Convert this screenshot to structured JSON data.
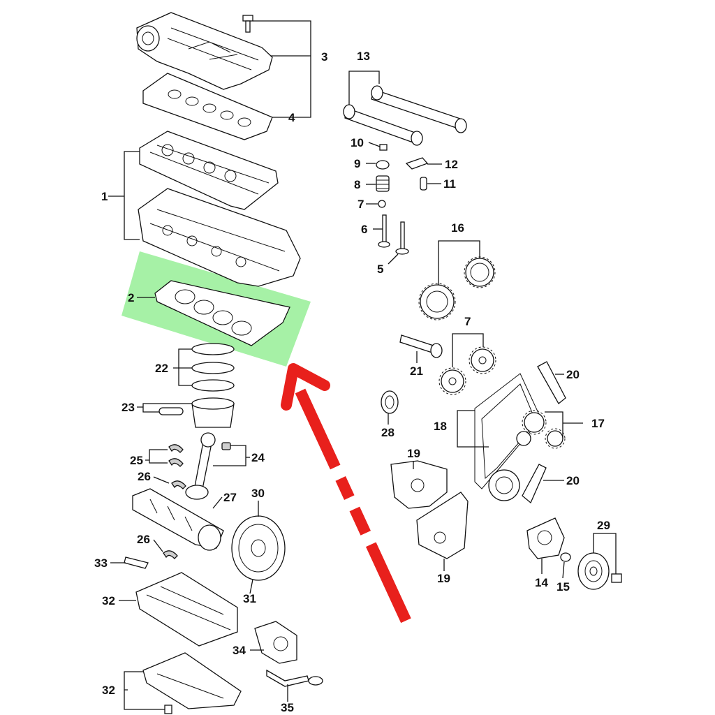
{
  "colors": {
    "line": "#111111",
    "highlight_fill": "#90EE90",
    "highlight_opacity": 0.8,
    "arrow": "#E8201C",
    "background": "#ffffff"
  },
  "highlight": {
    "part_number": "2"
  },
  "callouts": {
    "c1": "1",
    "c2": "2",
    "c3": "3",
    "c4": "4",
    "c5": "5",
    "c6": "6",
    "c7a": "7",
    "c7b": "7",
    "c8": "8",
    "c9": "9",
    "c10": "10",
    "c11": "11",
    "c12": "12",
    "c13": "13",
    "c14": "14",
    "c15": "15",
    "c16": "16",
    "c17": "17",
    "c18": "18",
    "c19a": "19",
    "c19b": "19",
    "c20a": "20",
    "c20b": "20",
    "c21": "21",
    "c22": "22",
    "c23": "23",
    "c24": "24",
    "c25": "25",
    "c26a": "26",
    "c26b": "26",
    "c27": "27",
    "c28": "28",
    "c29": "29",
    "c30": "30",
    "c31": "31",
    "c32a": "32",
    "c32b": "32",
    "c33": "33",
    "c34": "34",
    "c35": "35"
  }
}
